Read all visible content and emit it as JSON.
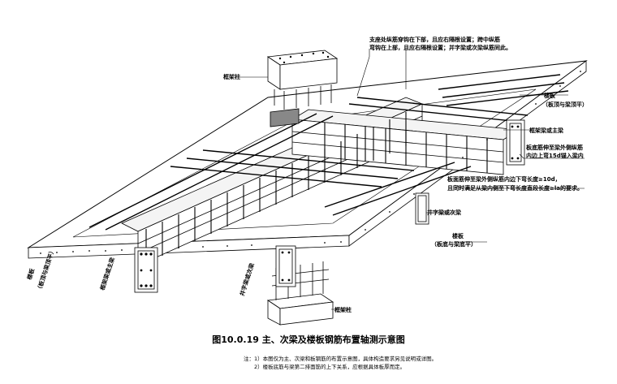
{
  "figure": {
    "number": "图10.0.19",
    "title": "主、次梁及楼板钢筋布置轴测示意图"
  },
  "notes": {
    "prefix": "注：",
    "items": [
      "1）本图仅为主、次梁和板钢筋的布置示意图，具体构造要求另见说明或详图。",
      "2）楼板底筋与梁第二排面筋的上下关系，应根据具体板厚而定。"
    ]
  },
  "labels": {
    "top_note_1": "支座处纵筋穿钩在下部，且应右隔根设置；跨中纵筋",
    "top_note_2": "弯钩在上部，且应右隔根设置；并字梁或次梁纵筋同此。",
    "column_top": "框架柱",
    "slab_right": "楼板",
    "slab_right_sub": "（板顶与梁顶平）",
    "frame_beam_right": "框架梁或主梁",
    "anchor_1": "板底筋伸至梁外侧纵筋",
    "anchor_2": "内边上弯15d锚入梁内",
    "lap_1": "板面筋伸至梁外侧纵筋内边下弯长度≥10d，",
    "lap_2": "且同时满足从梁内侧至下弯长度直段长度≥la的要求。",
    "cross_beam": "井字梁或次梁",
    "slab_bottom": "楼板",
    "slab_bottom_sub": "（板底与梁底平）",
    "slab_left": "楼板",
    "slab_left_sub": "（板顶与梁顶平）",
    "frame_beam_left": "框架梁或主梁",
    "cross_beam_bottom": "井字梁或次梁",
    "column_bottom": "框架柱"
  }
}
